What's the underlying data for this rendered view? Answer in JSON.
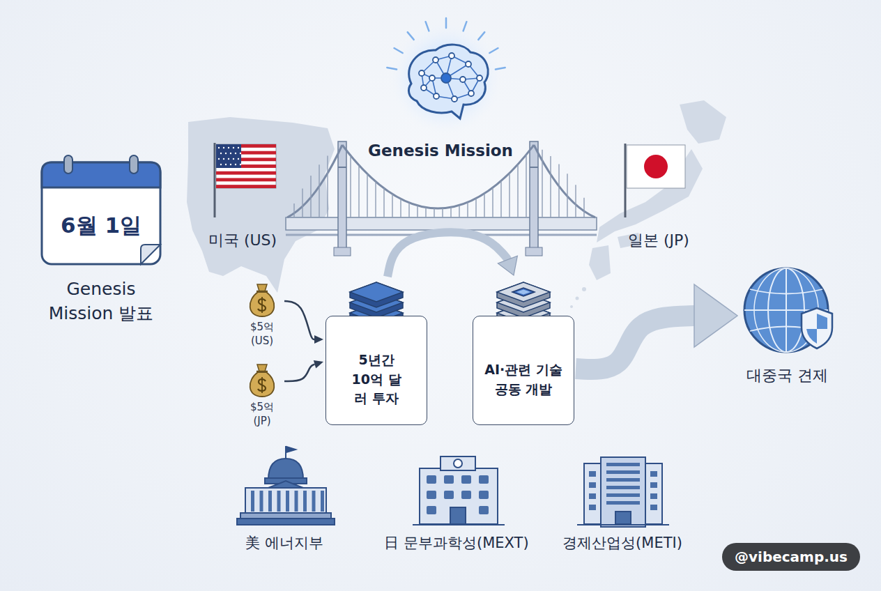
{
  "diagram": {
    "nodes": [
      {
        "text": [
          "6월 1일",
          "Genesis Mission 발표"
        ]
      },
      {
        "text": [
          "$5억 (US)"
        ]
      },
      {
        "text": [
          "$5억 (JP)"
        ]
      },
      {
        "text": [
          "5년간 10억 달러 투자"
        ]
      },
      {
        "text": [
          "AI·관련 기술 공동 개발"
        ]
      },
      {
        "text": [
          "대중국 견제"
        ]
      }
    ],
    "edges": [
      {
        "from": 1,
        "to": 3,
        "arrow": "to"
      },
      {
        "from": 2,
        "to": 3,
        "arrow": "to"
      },
      {
        "from": 3,
        "to": 4,
        "arrow": "to"
      },
      {
        "from": 4,
        "to": 5,
        "arrow": "to"
      }
    ],
    "labels": [
      "Genesis Mission",
      "미국 (US)",
      "일본 (JP)",
      "美 에너지부",
      "日 문부과학성(MEXT)",
      "경제산업성(METI)",
      "@vibecamp.us"
    ]
  }
}
